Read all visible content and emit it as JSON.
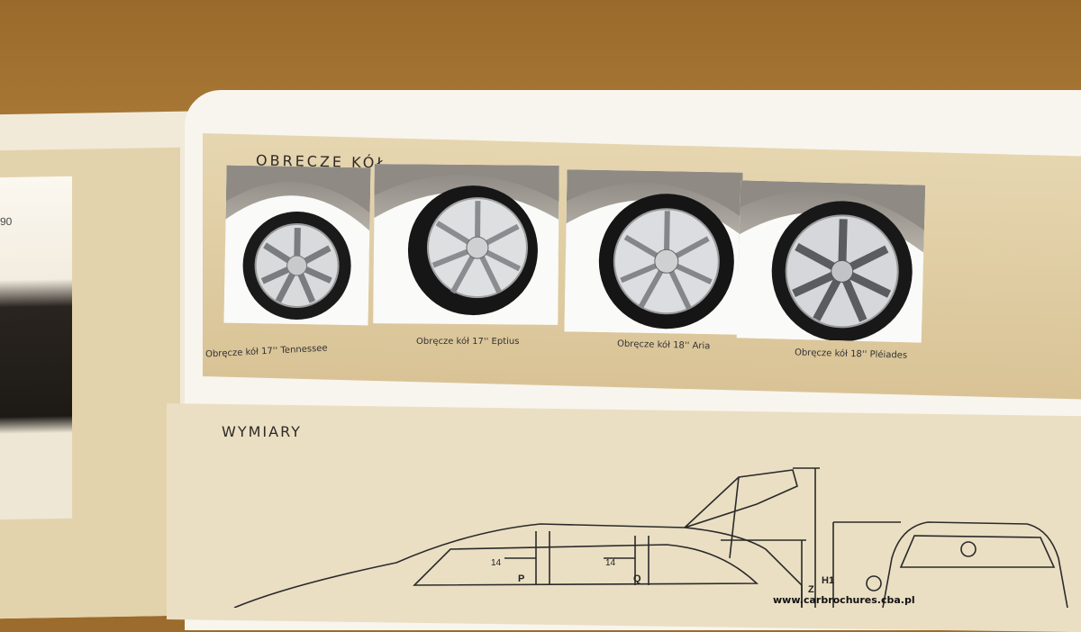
{
  "left_page": {
    "page_number": "90"
  },
  "rims_section": {
    "title": "OBRĘCZE KÓŁ",
    "wheels": [
      {
        "caption": "Obręcze kół 17'' Tennessee",
        "spokes": 7
      },
      {
        "caption": "Obręcze kół 17'' Eptius",
        "spokes": 7
      },
      {
        "caption": "Obręcze kół 18'' Aria",
        "spokes": 7
      },
      {
        "caption": "Obręcze kół 18'' Pléiades",
        "spokes": 7
      }
    ]
  },
  "dimensions_section": {
    "title": "WYMIARY",
    "labels": {
      "p": "P",
      "q": "Q",
      "z": "Z",
      "h1": "H1",
      "dim1": "14",
      "dim2": "14"
    }
  },
  "watermark": "www.carbrochures.cba.pl"
}
